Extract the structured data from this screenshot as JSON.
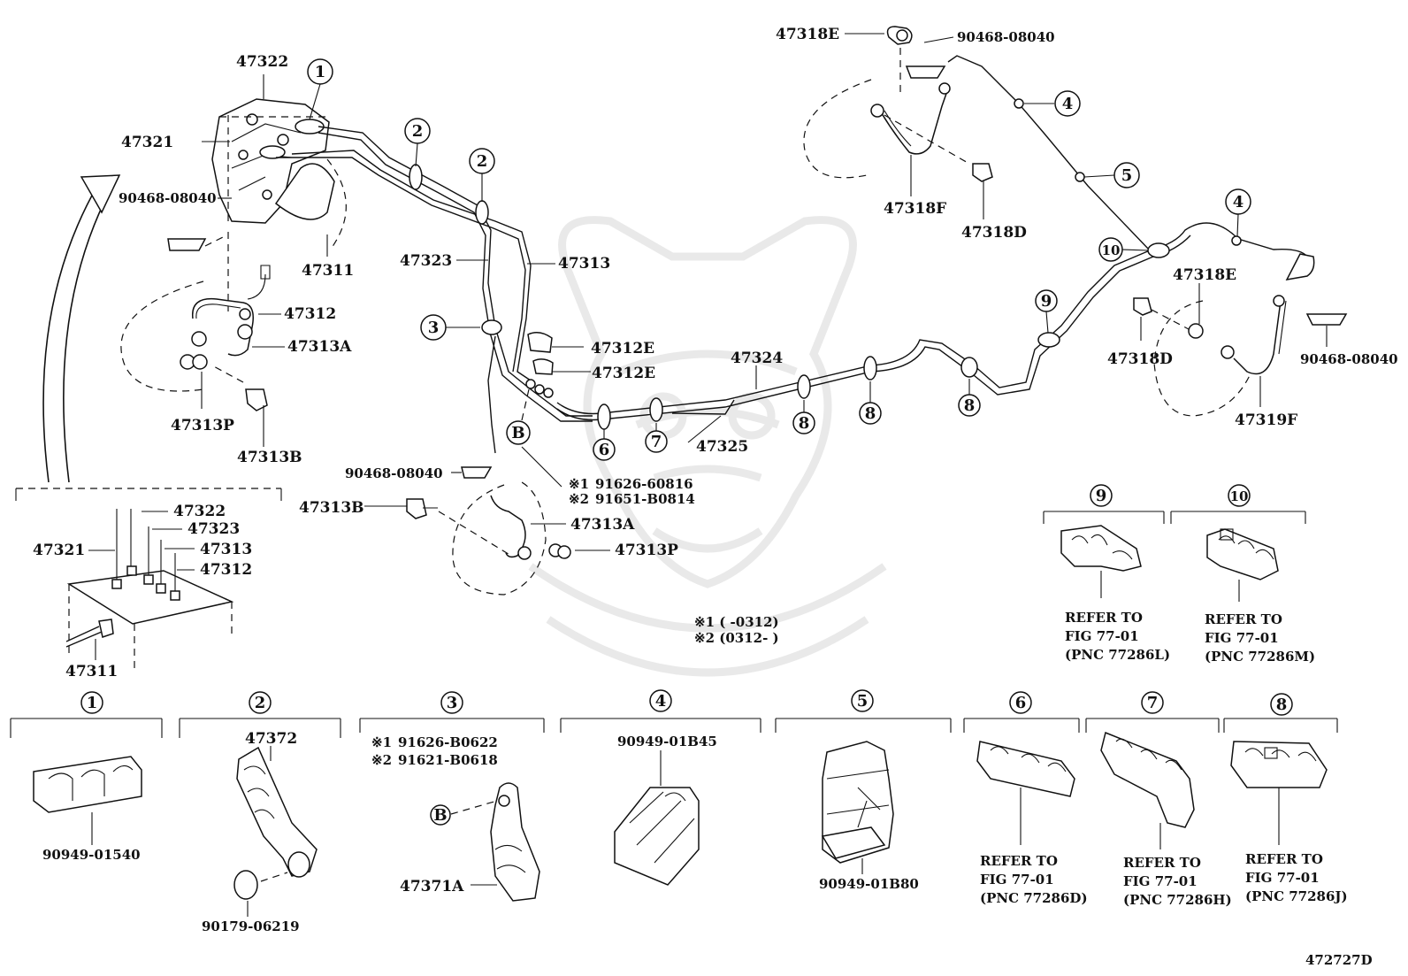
{
  "diagram_id": "472727D",
  "labels": {
    "p47322_top": "47322",
    "p47321_top": "47321",
    "p90468_left": "90468-08040",
    "p47311_top": "47311",
    "p47312_left": "47312",
    "p47313A_left": "47313A",
    "p47313P_left": "47313P",
    "p47313B_left": "47313B",
    "p47323": "47323",
    "p47313": "47313",
    "p47312E_a": "47312E",
    "p47312E_b": "47312E",
    "p47324": "47324",
    "p47325": "47325",
    "p90468_mid": "90468-08040",
    "note1_part": "91626-60816",
    "note2_part": "91651-B0814",
    "p47313B_mid": "47313B",
    "p47313A_mid": "47313A",
    "p47313P_mid": "47313P",
    "p47318E_top": "47318E",
    "p90468_top": "90468-08040",
    "p47318F": "47318F",
    "p47318D_top": "47318D",
    "p47318E_right": "47318E",
    "p47318D_right": "47318D",
    "p90468_right": "90468-08040",
    "p47319F": "47319F",
    "inset_47322": "47322",
    "inset_47323": "47323",
    "inset_47321": "47321",
    "inset_47313": "47313",
    "inset_47312": "47312",
    "inset_47311": "47311"
  },
  "footnotes": {
    "note1": "※1 (      -0312)",
    "note2": "※2 (0312-      )"
  },
  "marks": {
    "note1": "※1",
    "note2": "※2",
    "b": "B"
  },
  "callouts": {
    "c1": "1",
    "c2": "2",
    "c3": "3",
    "c4": "4",
    "c5": "5",
    "c6": "6",
    "c7": "7",
    "c8": "8",
    "c9": "9",
    "c10": "10"
  },
  "parts_panel": {
    "g1_part": "90949-01540",
    "g2_part_a": "47372",
    "g2_part_b": "90179-06219",
    "g3_note1": "91626-B0622",
    "g3_note2": "91621-B0618",
    "g3_part": "47371A",
    "g4_part": "90949-01B45",
    "g5_part": "90949-01B80",
    "refer_to": "REFER TO",
    "fig": "FIG 77-01",
    "g6_pnc": "(PNC 77286D)",
    "g7_pnc": "(PNC 77286H)",
    "g8_pnc": "(PNC 77286J)",
    "g9_pnc": "(PNC 77286L)",
    "g10_pnc": "(PNC 77286M)"
  }
}
